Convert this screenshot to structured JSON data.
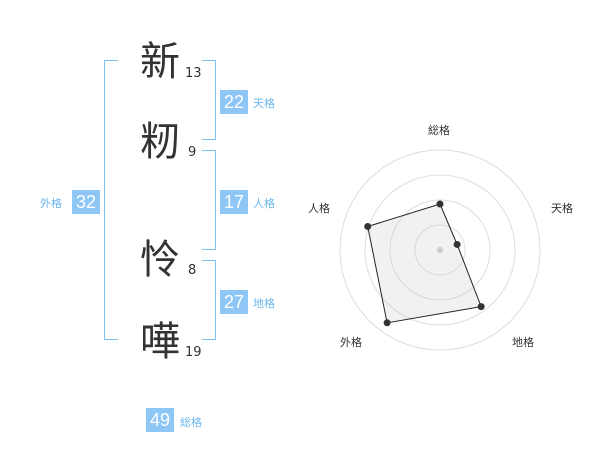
{
  "name": {
    "chars": [
      {
        "char": "新",
        "strokes": "13"
      },
      {
        "char": "籾",
        "strokes": "9"
      },
      {
        "char": "怜",
        "strokes": "8"
      },
      {
        "char": "嘩",
        "strokes": "19"
      }
    ]
  },
  "kaku": {
    "tenkaku": {
      "label": "天格",
      "value": "22"
    },
    "jinkaku": {
      "label": "人格",
      "value": "17"
    },
    "chikaku": {
      "label": "地格",
      "value": "27"
    },
    "gaikaku": {
      "label": "外格",
      "value": "32"
    },
    "soukaku": {
      "label": "総格",
      "value": "49"
    }
  },
  "chart_data": {
    "type": "radar",
    "axes": [
      "総格",
      "天格",
      "地格",
      "外格",
      "人格"
    ],
    "levels": 4,
    "values": [
      2.3,
      0.9,
      3.5,
      4.5,
      3.8
    ],
    "max": 5
  }
}
